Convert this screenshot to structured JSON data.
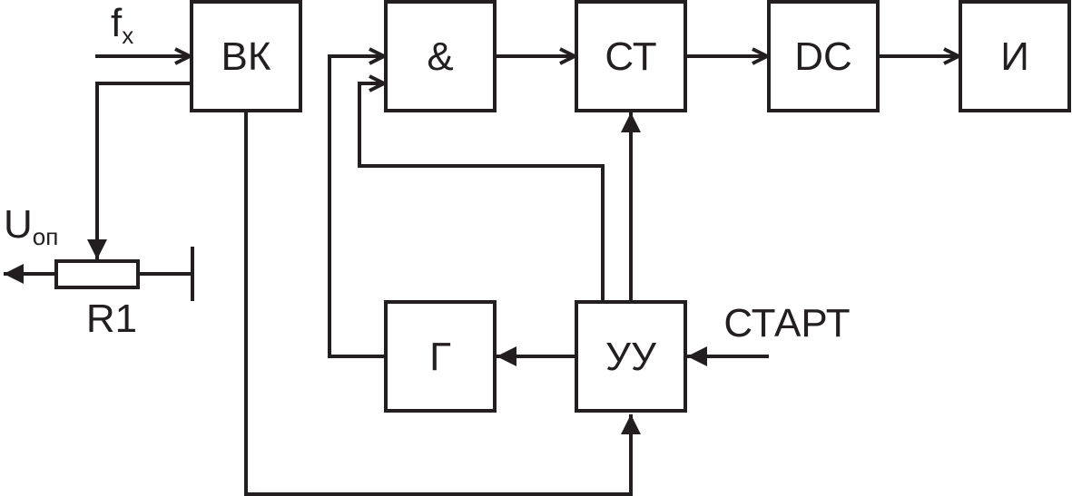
{
  "blocks": {
    "vk": "ВК",
    "and": "&",
    "ct": "СТ",
    "dc": "DC",
    "i": "И",
    "g": "Г",
    "uu": "УУ"
  },
  "labels": {
    "fx_main": "f",
    "fx_sub": "x",
    "uop_main": "U",
    "uop_sub": "оп",
    "r1": "R1",
    "start": "СТАРТ"
  },
  "colors": {
    "ink": "#231f20",
    "background": "#ffffff"
  }
}
